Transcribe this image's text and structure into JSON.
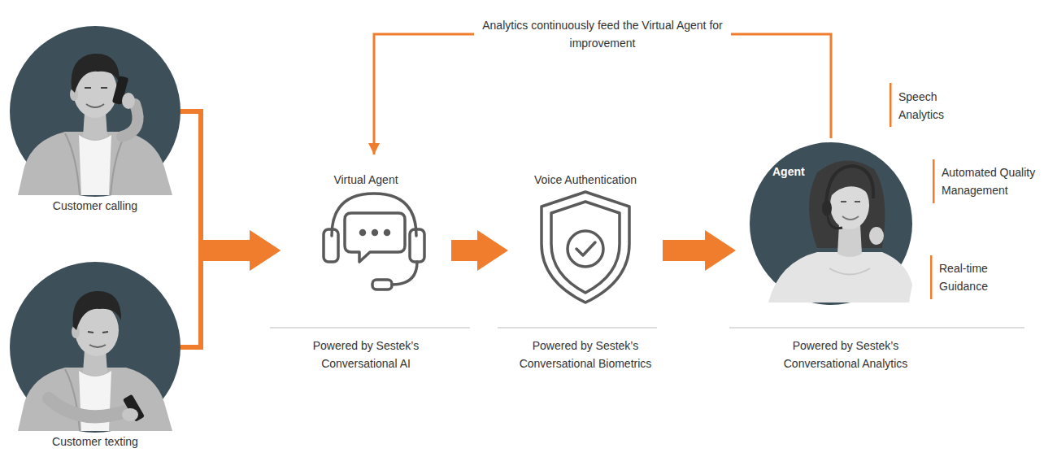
{
  "diagram": {
    "nodes": [
      {
        "text": [
          "Customer calling"
        ]
      },
      {
        "text": [
          "Customer texting"
        ]
      },
      {
        "text": [
          "Virtual Agent",
          "Powered by Sestek’s Conversational AI"
        ]
      },
      {
        "text": [
          "Voice Authentication",
          "Powered by Sestek’s Conversational Biometrics"
        ]
      },
      {
        "text": [
          "Agent",
          "Powered by Sestek’s Conversational Analytics"
        ]
      }
    ],
    "edges": [
      {
        "from": 0,
        "to": 2,
        "arrow": "to"
      },
      {
        "from": 1,
        "to": 2,
        "arrow": "to"
      },
      {
        "from": 2,
        "to": 3,
        "arrow": "to"
      },
      {
        "from": 3,
        "to": 4,
        "arrow": "to"
      },
      {
        "from": 4,
        "to": 2,
        "label": "Analytics continuously feed the Virtual Agent for improvement",
        "arrow": "to"
      }
    ],
    "labels": [
      "Speech Analytics",
      "Automated Quality Management",
      "Real-time Guidance"
    ]
  }
}
